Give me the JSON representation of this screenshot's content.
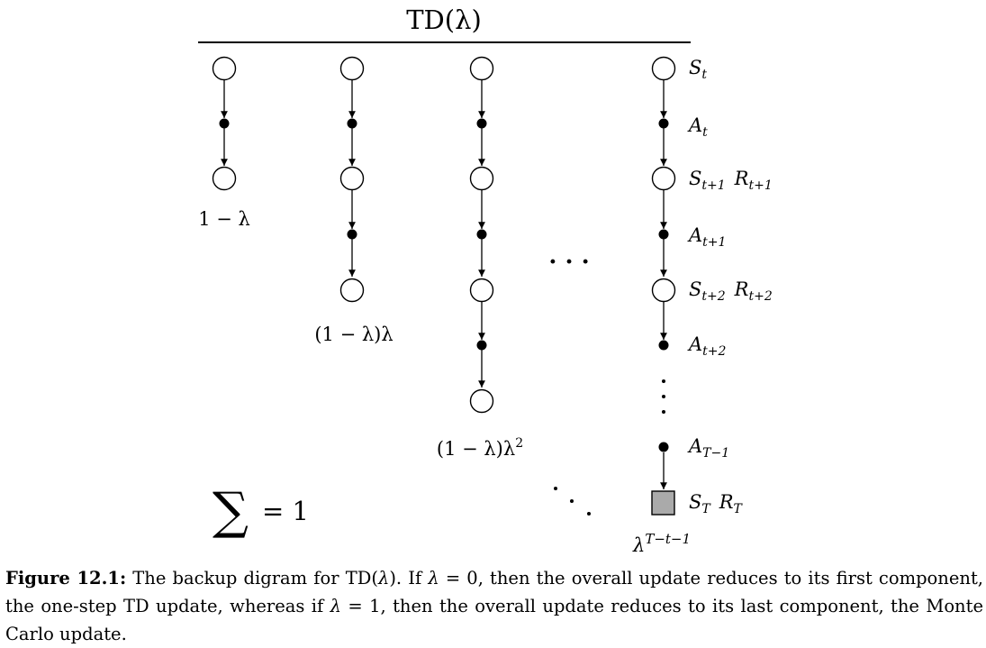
{
  "title": "TD(λ)",
  "columns": [
    {
      "id": "n1",
      "weight": "1 − λ",
      "steps": 1
    },
    {
      "id": "n2",
      "weight": "(1 − λ)λ",
      "steps": 2
    },
    {
      "id": "n3",
      "weight": "(1 − λ)λ",
      "weight_sup": "2",
      "steps": 3
    },
    {
      "id": "mc",
      "weight": "λ",
      "weight_sup": "T−t−1"
    }
  ],
  "row_labels": [
    {
      "main": "S",
      "sub": "t"
    },
    {
      "main": "A",
      "sub": "t"
    },
    {
      "main": "S",
      "sub": "t+1",
      "main2": "R",
      "sub2": "t+1"
    },
    {
      "main": "A",
      "sub": "t+1"
    },
    {
      "main": "S",
      "sub": "t+2",
      "main2": "R",
      "sub2": "t+2"
    },
    {
      "main": "A",
      "sub": "t+2"
    },
    {
      "main": "A",
      "sub": "T−1"
    },
    {
      "main": "S",
      "sub": "T",
      "main2": "R",
      "sub2": "T"
    }
  ],
  "middle_dots": "· · ·",
  "sum_symbol": "∑",
  "sum_text": "= 1",
  "caption": {
    "label": "Figure 12.1:",
    "part1": " The backup digram for TD(",
    "lambda": "λ",
    "part2": "). If ",
    "eq0": " = 0, then the overall update reduces to its first component, the one-step TD update, whereas if ",
    "eq1": " = 1, then the overall update reduces to its last component, the Monte Carlo update."
  },
  "colors": {
    "terminal_fill": "#aaaaaa",
    "stroke": "#000000"
  }
}
